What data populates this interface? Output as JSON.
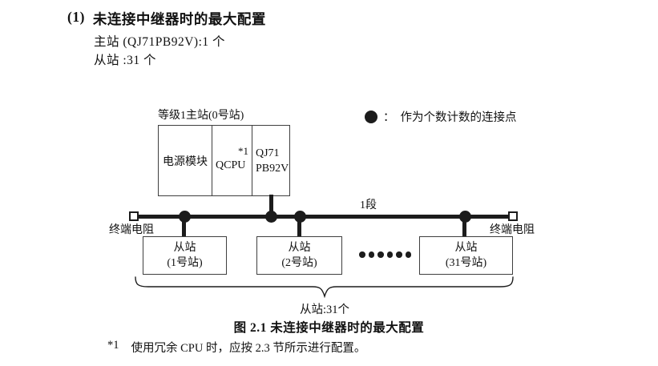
{
  "colors": {
    "ink": "#111111",
    "line": "#1c1c1c",
    "box_border": "#3f3f3f"
  },
  "header": {
    "number": "(1)",
    "title": "未连接中继器时的最大配置",
    "line_master": "主站 (QJ71PB92V):1 个",
    "line_slaves": "从站 :31 个"
  },
  "diagram": {
    "legend": {
      "colon": "：",
      "text": "作为个数计数的连接点"
    },
    "master": {
      "label": "等级1主站(0号站)",
      "power_module": "电源模块",
      "cpu": "QCPU",
      "cpu_footnote": "*1",
      "pb_line1": "QJ71",
      "pb_line2": "PB92V"
    },
    "segment_label": "1段",
    "terminator_left": "终端电阻",
    "terminator_right": "终端电阻",
    "slaves": [
      {
        "name": "从站",
        "station": "(1号站)"
      },
      {
        "name": "从站",
        "station": "(2号站)"
      },
      {
        "name": "从站",
        "station": "(31号站)"
      }
    ],
    "slave_count_label": "从站:31个"
  },
  "caption": "图 2.1 未连接中继器时的最大配置",
  "footnote": {
    "marker": "*1",
    "text": "使用冗余 CPU 时，应按 2.3 节所示进行配置。"
  }
}
